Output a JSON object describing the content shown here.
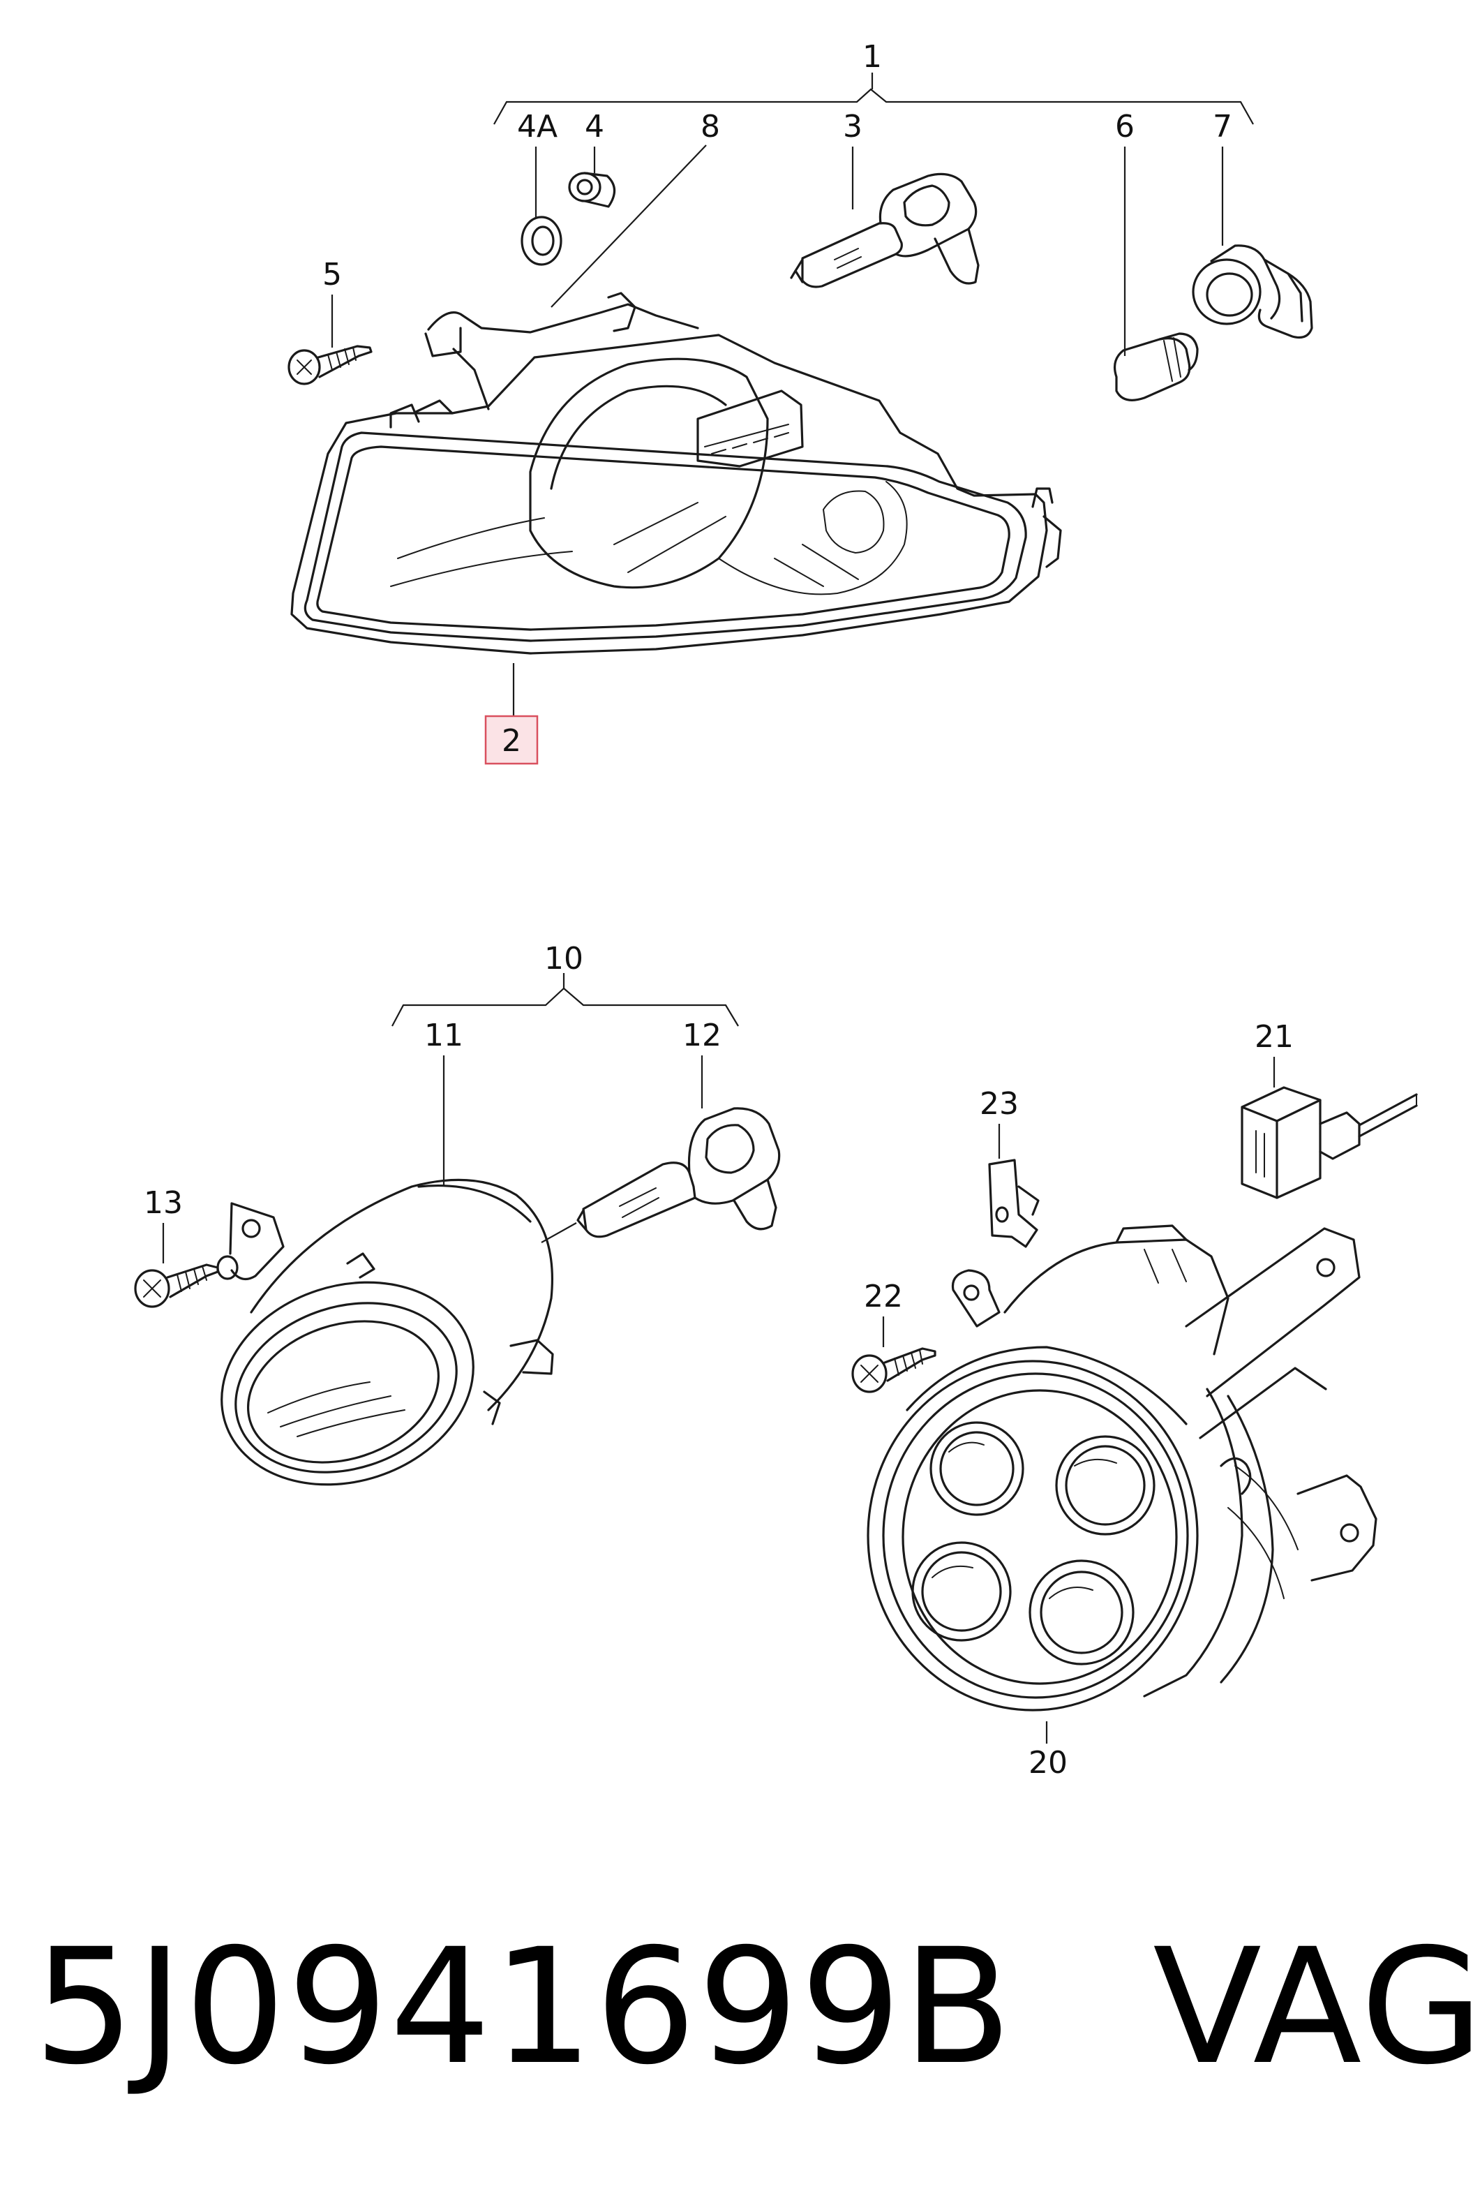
{
  "callouts": {
    "c1": "1",
    "c2": "2",
    "c3": "3",
    "c4": "4",
    "c4a": "4A",
    "c5": "5",
    "c6": "6",
    "c7": "7",
    "c8": "8",
    "c10": "10",
    "c11": "11",
    "c12": "12",
    "c13": "13",
    "c20": "20",
    "c21": "21",
    "c22": "22",
    "c23": "23"
  },
  "highlight_color": "#d9505e",
  "footer": {
    "part_number": "5J0941699B",
    "brand": "VAG"
  }
}
